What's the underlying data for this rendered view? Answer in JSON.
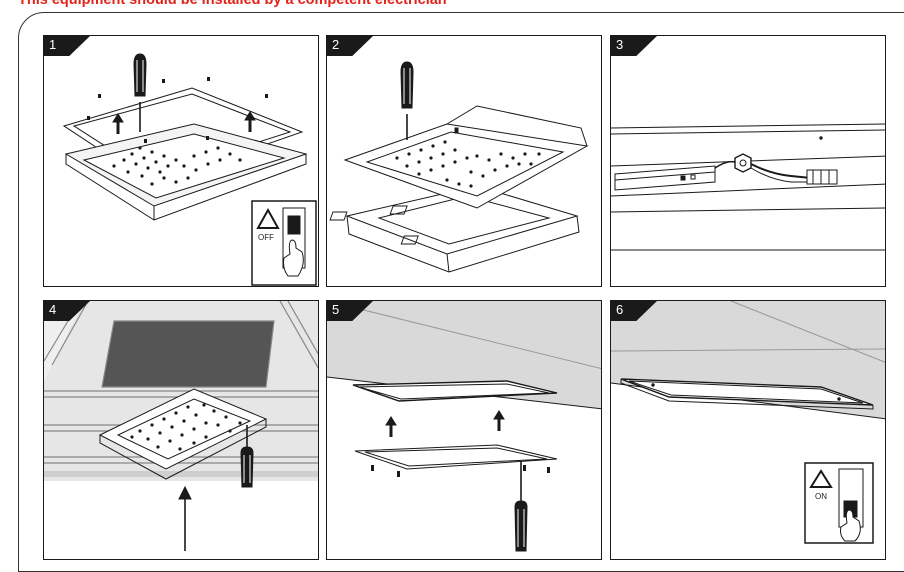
{
  "warning_text": "This equipment should be installed by a competent electrician",
  "steps": [
    {
      "number": "1",
      "switch_label": "OFF"
    },
    {
      "number": "2"
    },
    {
      "number": "3"
    },
    {
      "number": "4"
    },
    {
      "number": "5"
    },
    {
      "number": "6",
      "switch_label": "ON"
    }
  ],
  "colors": {
    "warning": "#e2231a",
    "line": "#1a1a1a",
    "ceiling_shade": "#d9d9d9",
    "dark_tile": "#555555"
  }
}
